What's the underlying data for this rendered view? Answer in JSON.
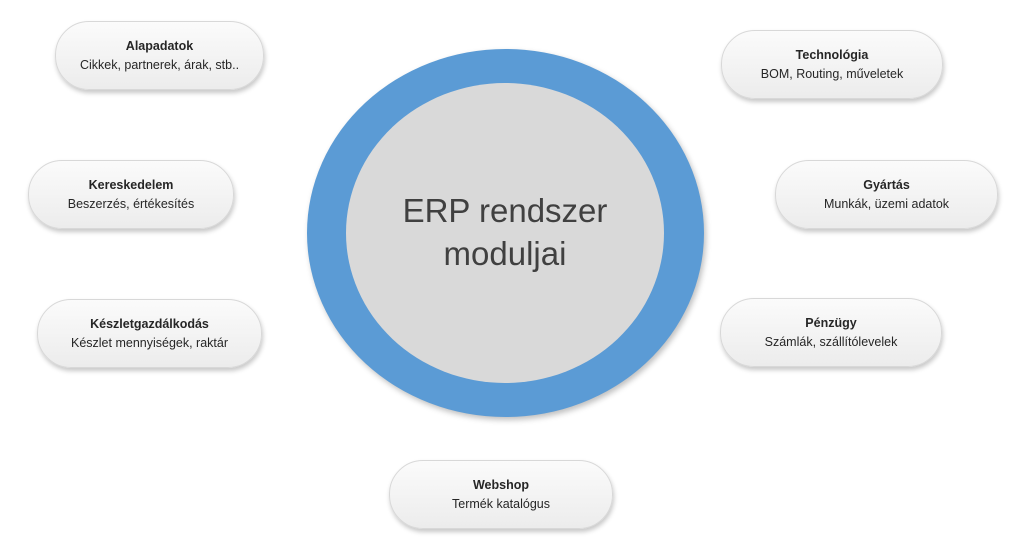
{
  "center": {
    "line1": "ERP rendszer",
    "line2": "moduljai"
  },
  "modules": {
    "alapadatok": {
      "title": "Alapadatok",
      "desc": "Cikkek, partnerek, árak, stb.."
    },
    "kereskedelem": {
      "title": "Kereskedelem",
      "desc": "Beszerzés, értékesítés"
    },
    "keszlet": {
      "title": "Készletgazdálkodás",
      "desc": "Készlet mennyiségek, raktár"
    },
    "technologia": {
      "title": "Technológia",
      "desc": "BOM, Routing, műveletek"
    },
    "gyartas": {
      "title": "Gyártás",
      "desc": "Munkák, üzemi adatok"
    },
    "penzugy": {
      "title": "Pénzügy",
      "desc": "Számlák, szállítólevelek"
    },
    "webshop": {
      "title": "Webshop",
      "desc": "Termék katalógus"
    }
  },
  "colors": {
    "ring": "#5b9bd5",
    "core": "#d9d9d9",
    "pill": "#f2f2f2"
  }
}
